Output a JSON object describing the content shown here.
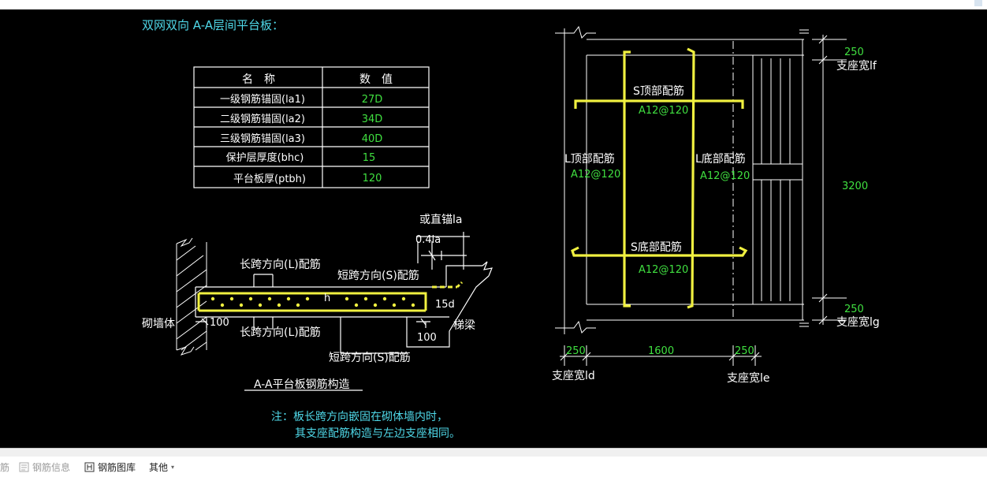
{
  "colors": {
    "background": "#000000",
    "cyan_text": "#4fd8e8",
    "green_text": "#40e040",
    "white_line": "#ffffff",
    "yellow_rebar": "#f0f040"
  },
  "title": "双网双向 A-A层间平台板：",
  "table": {
    "headers": [
      "名　称",
      "数　值"
    ],
    "rows": [
      {
        "name": "一级钢筋锚固(la1)",
        "value": "27D"
      },
      {
        "name": "二级钢筋锚固(la2)",
        "value": "34D"
      },
      {
        "name": "三级钢筋锚固(la3)",
        "value": "40D"
      },
      {
        "name": "保护层厚度(bhc)",
        "value": "15"
      },
      {
        "name": "平台板厚(ptbh)",
        "value": "120"
      }
    ]
  },
  "section": {
    "label_or_straight": "或直锚la",
    "label_04la": "0.4la",
    "label_long_top": "长跨方向(L)配筋",
    "label_short_top": "短跨方向(S)配筋",
    "label_h": "h",
    "label_15d": "15d",
    "label_wall": "砌墙体",
    "label_100_left": "100",
    "label_long_bottom": "长跨方向(L)配筋",
    "label_beam": "梯梁",
    "label_100_right": "100",
    "label_short_bottom": "短跨方向(S)配筋",
    "caption": "A-A平台板钢筋构造"
  },
  "note": {
    "line1": "注：板长跨方向嵌固在砌体墙内时，",
    "line2": "其支座配筋构造与左边支座相同。"
  },
  "plan": {
    "s_top_label": "S顶部配筋",
    "s_top_value": "A12@120",
    "l_top_label": "L顶部配筋",
    "l_top_value": "A12@120",
    "l_bottom_label": "L底部配筋",
    "l_bottom_value": "A12@120",
    "s_bottom_label": "S底部配筋",
    "s_bottom_value": "A12@120",
    "dim_250_top": "250",
    "support_lf": "支座宽lf",
    "dim_3200": "3200",
    "dim_250_bottom": "250",
    "support_lg": "支座宽lg",
    "dim_250_left": "250",
    "dim_1600": "1600",
    "dim_250_right": "250",
    "support_ld": "支座宽ld",
    "support_le": "支座宽le"
  },
  "toolbar": {
    "item_partial": "筋",
    "item_info": "钢筋信息",
    "item_library": "钢筋图库",
    "item_other": "其他"
  }
}
